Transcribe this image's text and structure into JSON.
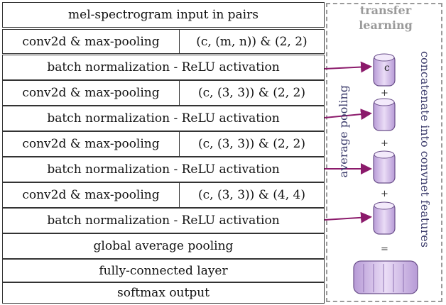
{
  "layers": [
    {
      "text": "mel-spectrogram input in pairs"
    },
    {
      "left": "conv2d & max-pooling",
      "right": "(c, (m, n)) & (2, 2)"
    },
    {
      "text": "batch normalization - ReLU activation"
    },
    {
      "left": "conv2d & max-pooling",
      "right": "(c, (3, 3)) & (2, 2)"
    },
    {
      "text": "batch normalization - ReLU activation"
    },
    {
      "left": "conv2d & max-pooling",
      "right": "(c, (3, 3)) & (2, 2)"
    },
    {
      "text": "batch normalization - ReLU activation"
    },
    {
      "left": "conv2d & max-pooling",
      "right": "(c, (3, 3)) & (4, 4)"
    },
    {
      "text": "batch normalization - ReLU activation"
    },
    {
      "text": "global average pooling"
    },
    {
      "text": "fully-connected layer"
    },
    {
      "text": "softmax output"
    }
  ],
  "transfer": {
    "title_line1": "transfer",
    "title_line2": "learning",
    "avg_pooling_label": "average pooling",
    "concat_label": "concatenate into convnet features",
    "c_label": "c",
    "plus": "+",
    "equals": "="
  },
  "colors": {
    "arrow": "#8b1a6b",
    "cylinder_fill": "#d8c2ec",
    "cylinder_stroke": "#6a4f8a",
    "dashed_border": "#9a9a9a"
  }
}
